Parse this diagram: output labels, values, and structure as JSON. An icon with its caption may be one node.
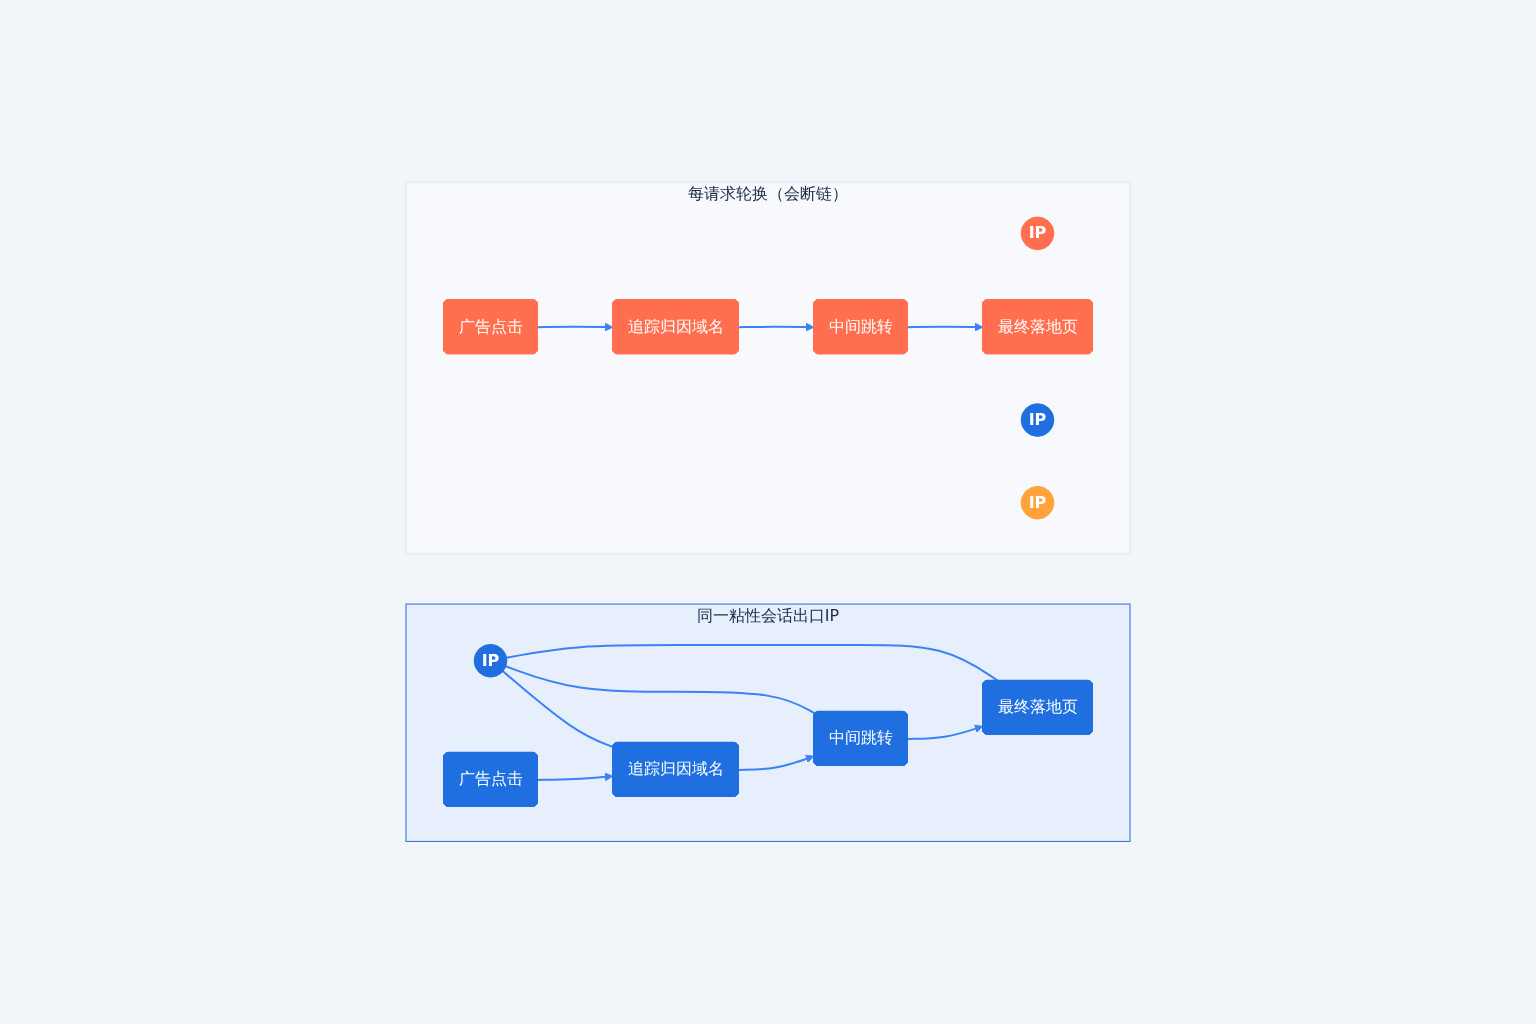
{
  "diagram": {
    "nodes": [
      {
        "text": [
          "每请求轮换（会断链）"
        ]
      },
      {
        "text": [
          "IP"
        ],
        "in": 0
      },
      {
        "text": [
          "IP"
        ],
        "in": 0
      },
      {
        "text": [
          "IP"
        ],
        "in": 0
      },
      {
        "text": [
          "广告点击"
        ],
        "in": 0
      },
      {
        "text": [
          "追踪归因域名"
        ],
        "in": 0
      },
      {
        "text": [
          "中间跳转"
        ],
        "in": 0
      },
      {
        "text": [
          "最终落地页"
        ],
        "in": 0
      },
      {
        "text": [
          "同一粘性会话出口IP"
        ]
      },
      {
        "text": [
          "IP"
        ],
        "in": 8
      },
      {
        "text": [
          "广告点击"
        ],
        "in": 8
      },
      {
        "text": [
          "追踪归因域名"
        ],
        "in": 8
      },
      {
        "text": [
          "中间跳转"
        ],
        "in": 8
      },
      {
        "text": [
          "最终落地页"
        ],
        "in": 8
      }
    ],
    "edges": [
      {
        "from": 4,
        "to": 5,
        "arrow": "to"
      },
      {
        "from": 5,
        "to": 6,
        "arrow": "to"
      },
      {
        "from": 6,
        "to": 7,
        "arrow": "to"
      },
      {
        "from": 9,
        "to": 11,
        "arrow": "none"
      },
      {
        "from": 9,
        "to": 12,
        "arrow": "none"
      },
      {
        "from": 9,
        "to": 13,
        "arrow": "none"
      },
      {
        "from": 10,
        "to": 11,
        "arrow": "to"
      },
      {
        "from": 11,
        "to": 12,
        "arrow": "to"
      },
      {
        "from": 12,
        "to": 13,
        "arrow": "to"
      }
    ]
  }
}
